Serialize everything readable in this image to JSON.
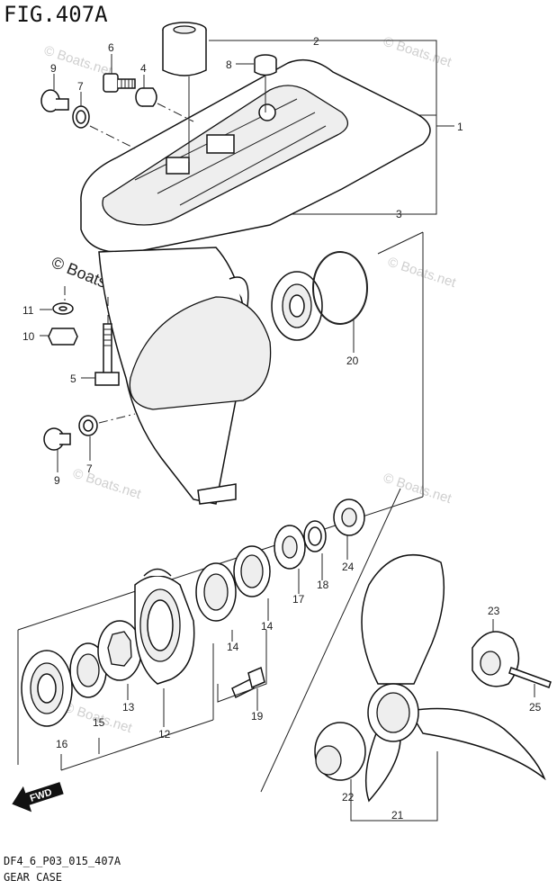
{
  "header": {
    "title": "FIG.407A"
  },
  "footer": {
    "code": "DF4_6_P03_015_407A",
    "name": "GEAR CASE"
  },
  "watermarks": {
    "main": "© Boats.net",
    "faint": "© Boats.net"
  },
  "fwd_label": "FWD",
  "callouts": [
    "1",
    "2",
    "3",
    "4",
    "5",
    "6",
    "7",
    "8",
    "9",
    "10",
    "11",
    "12",
    "13",
    "14",
    "15",
    "16",
    "17",
    "18",
    "19",
    "20",
    "21",
    "22",
    "23",
    "24",
    "25"
  ],
  "callout_repeats": {
    "seven_b": "7",
    "nine_b": "9",
    "fourteen_b": "14"
  }
}
